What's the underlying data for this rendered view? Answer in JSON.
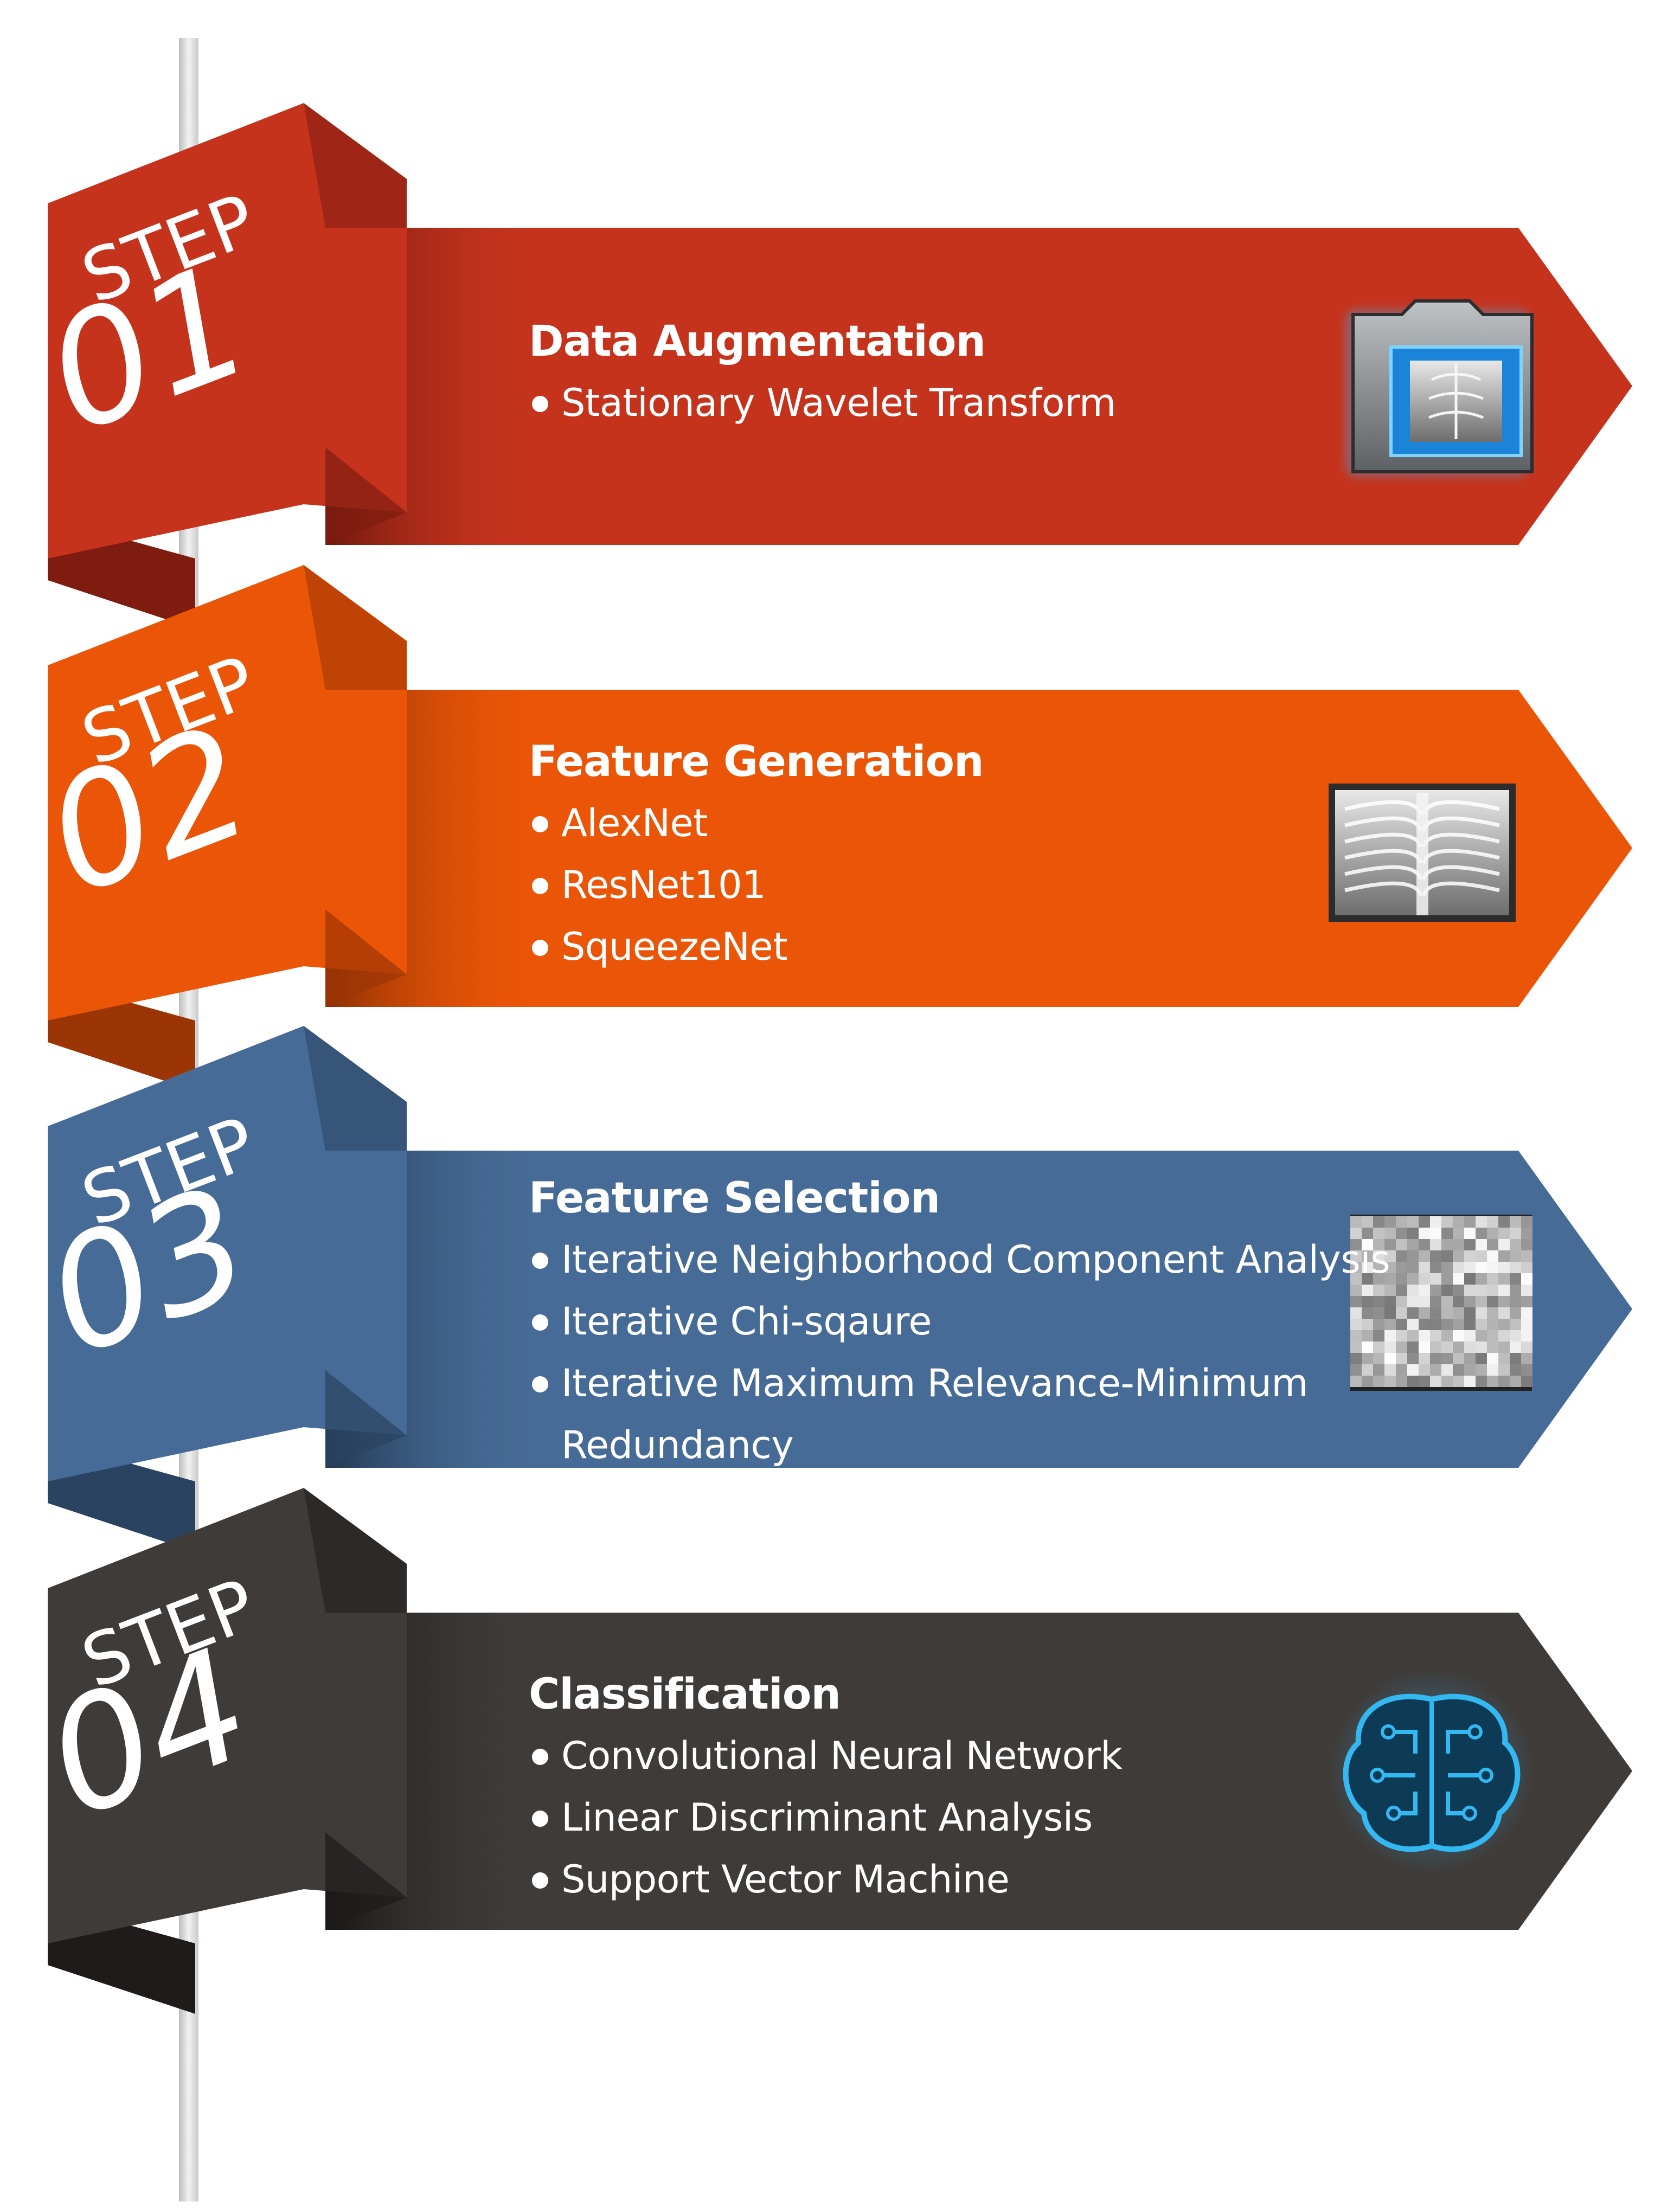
{
  "steps": [
    {
      "step_word": "STEP",
      "number": "01",
      "title": "Data Augmentation",
      "bullets": [
        "Stationary Wavelet Transform"
      ],
      "color": "#c5331d",
      "dark": "#7f1c10",
      "icon": "xray-folder-icon"
    },
    {
      "step_word": "STEP",
      "number": "02",
      "title": "Feature Generation",
      "bullets": [
        "AlexNet",
        "ResNet101",
        "SqueezeNet"
      ],
      "color": "#ea5507",
      "dark": "#9c3506",
      "icon": "chest-xray-icon"
    },
    {
      "step_word": "STEP",
      "number": "03",
      "title": "Feature Selection",
      "bullets": [
        "Iterative Neighborhood Component Analysis",
        "Iterative Chi-sqaure",
        "Iterative Maximum Relevance-Minimum",
        "Redundancy"
      ],
      "color": "#466b96",
      "dark": "#2a4360",
      "icon": "noise-pattern-icon"
    },
    {
      "step_word": "STEP",
      "number": "04",
      "title": "Classification",
      "bullets": [
        "Convolutional Neural Network",
        "Linear Discriminant Analysis",
        "Support Vector Machine"
      ],
      "color": "#3f3b39",
      "dark": "#1e1b1a",
      "icon": "brain-circuit-icon"
    }
  ]
}
